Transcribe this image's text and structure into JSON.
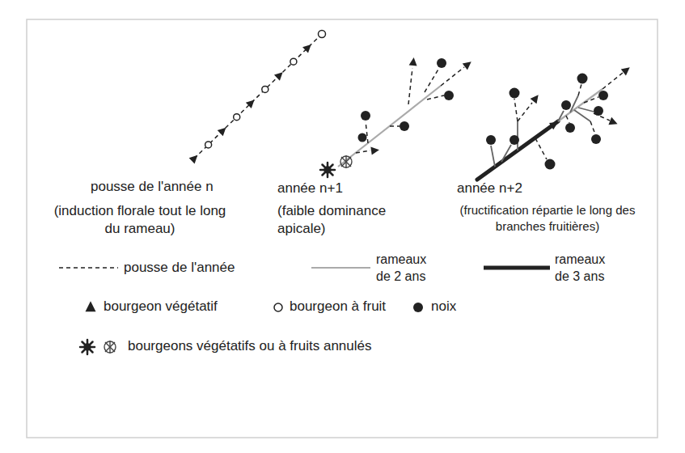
{
  "diagram": {
    "labels": [
      "pousse de l'année n",
      "(induction florale tout le long du rameau)",
      "année n+1",
      "(faible dominance apicale)",
      "année n+2",
      "(fructification répartie le long des branches fruitières)"
    ],
    "legend": [
      {
        "text": "pousse de l'année"
      },
      {
        "text": "rameaux de 2 ans"
      },
      {
        "text": "rameaux de 3 ans"
      },
      {
        "text": "bourgeon végétatif"
      },
      {
        "text": "bourgeon à fruit"
      },
      {
        "text": "noix"
      },
      {
        "text": "bourgeons végétatifs ou à fruits annulés"
      }
    ]
  }
}
